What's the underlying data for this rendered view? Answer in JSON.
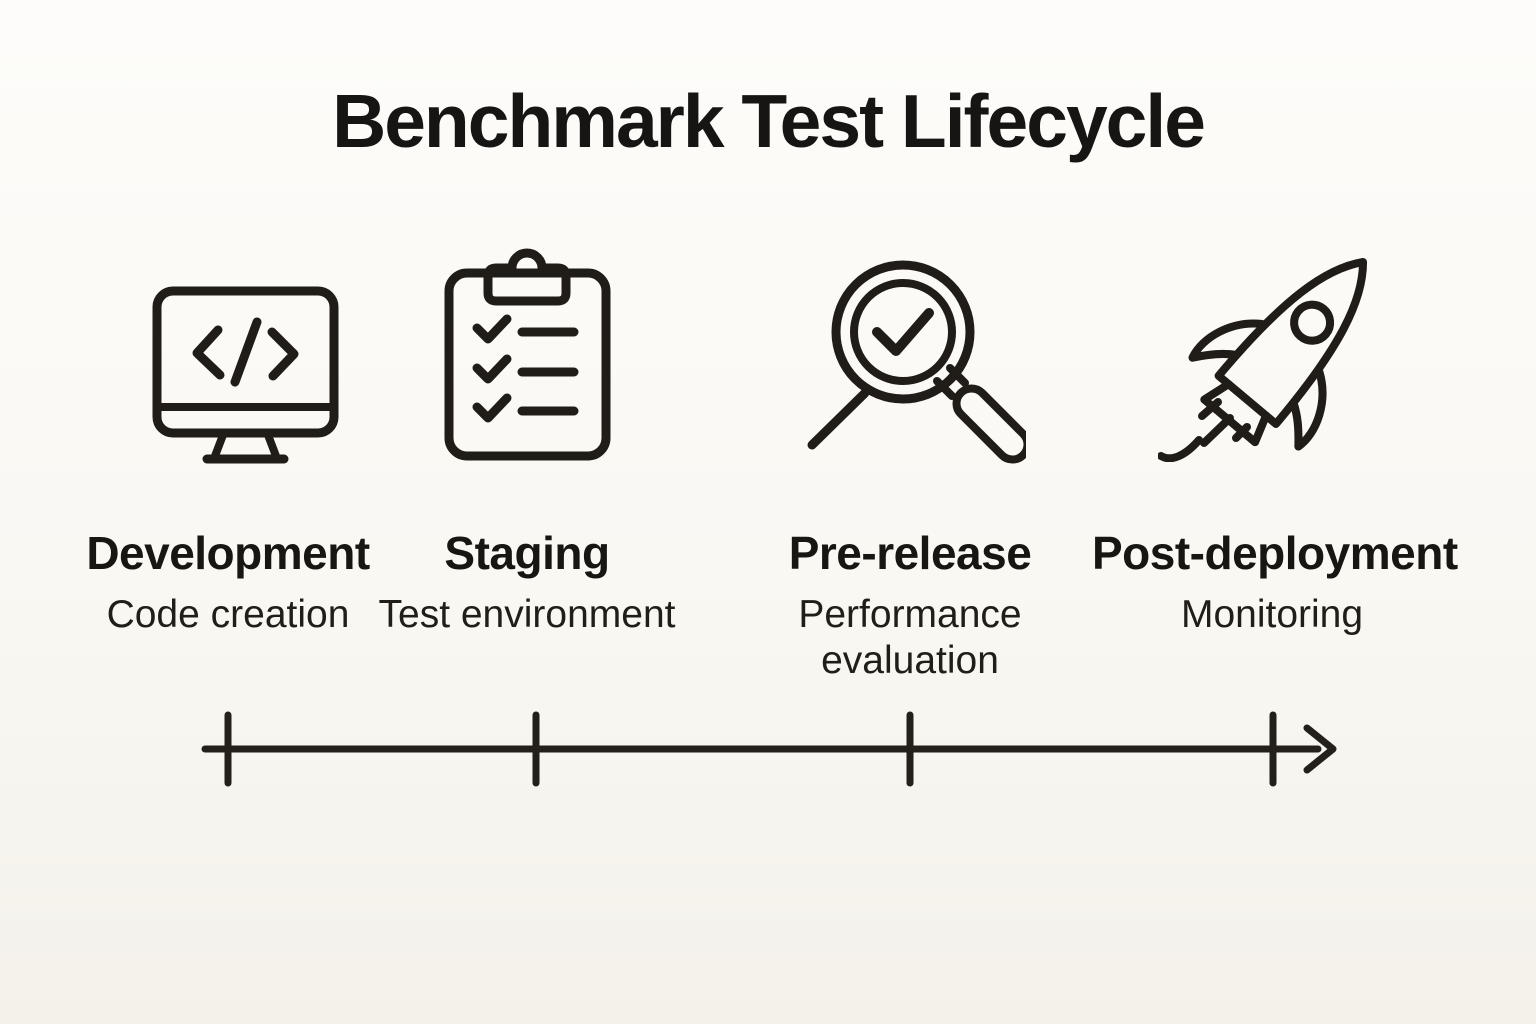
{
  "title": "Benchmark Test Lifecycle",
  "colors": {
    "background": "#faf8f3",
    "ink": "#201d19",
    "title_text": "#171513"
  },
  "stages": [
    {
      "name": "Development",
      "description": "Code creation",
      "icon": "code-monitor-icon"
    },
    {
      "name": "Staging",
      "description": "Test environment",
      "icon": "checklist-clipboard-icon"
    },
    {
      "name": "Pre-release",
      "description": "Performance evaluation",
      "icon": "magnifier-check-icon"
    },
    {
      "name": "Post-deployment",
      "description": "Monitoring",
      "icon": "rocket-icon"
    }
  ],
  "timeline": {
    "tick_count": 4,
    "direction": "left-to-right",
    "has_arrowhead": true
  }
}
